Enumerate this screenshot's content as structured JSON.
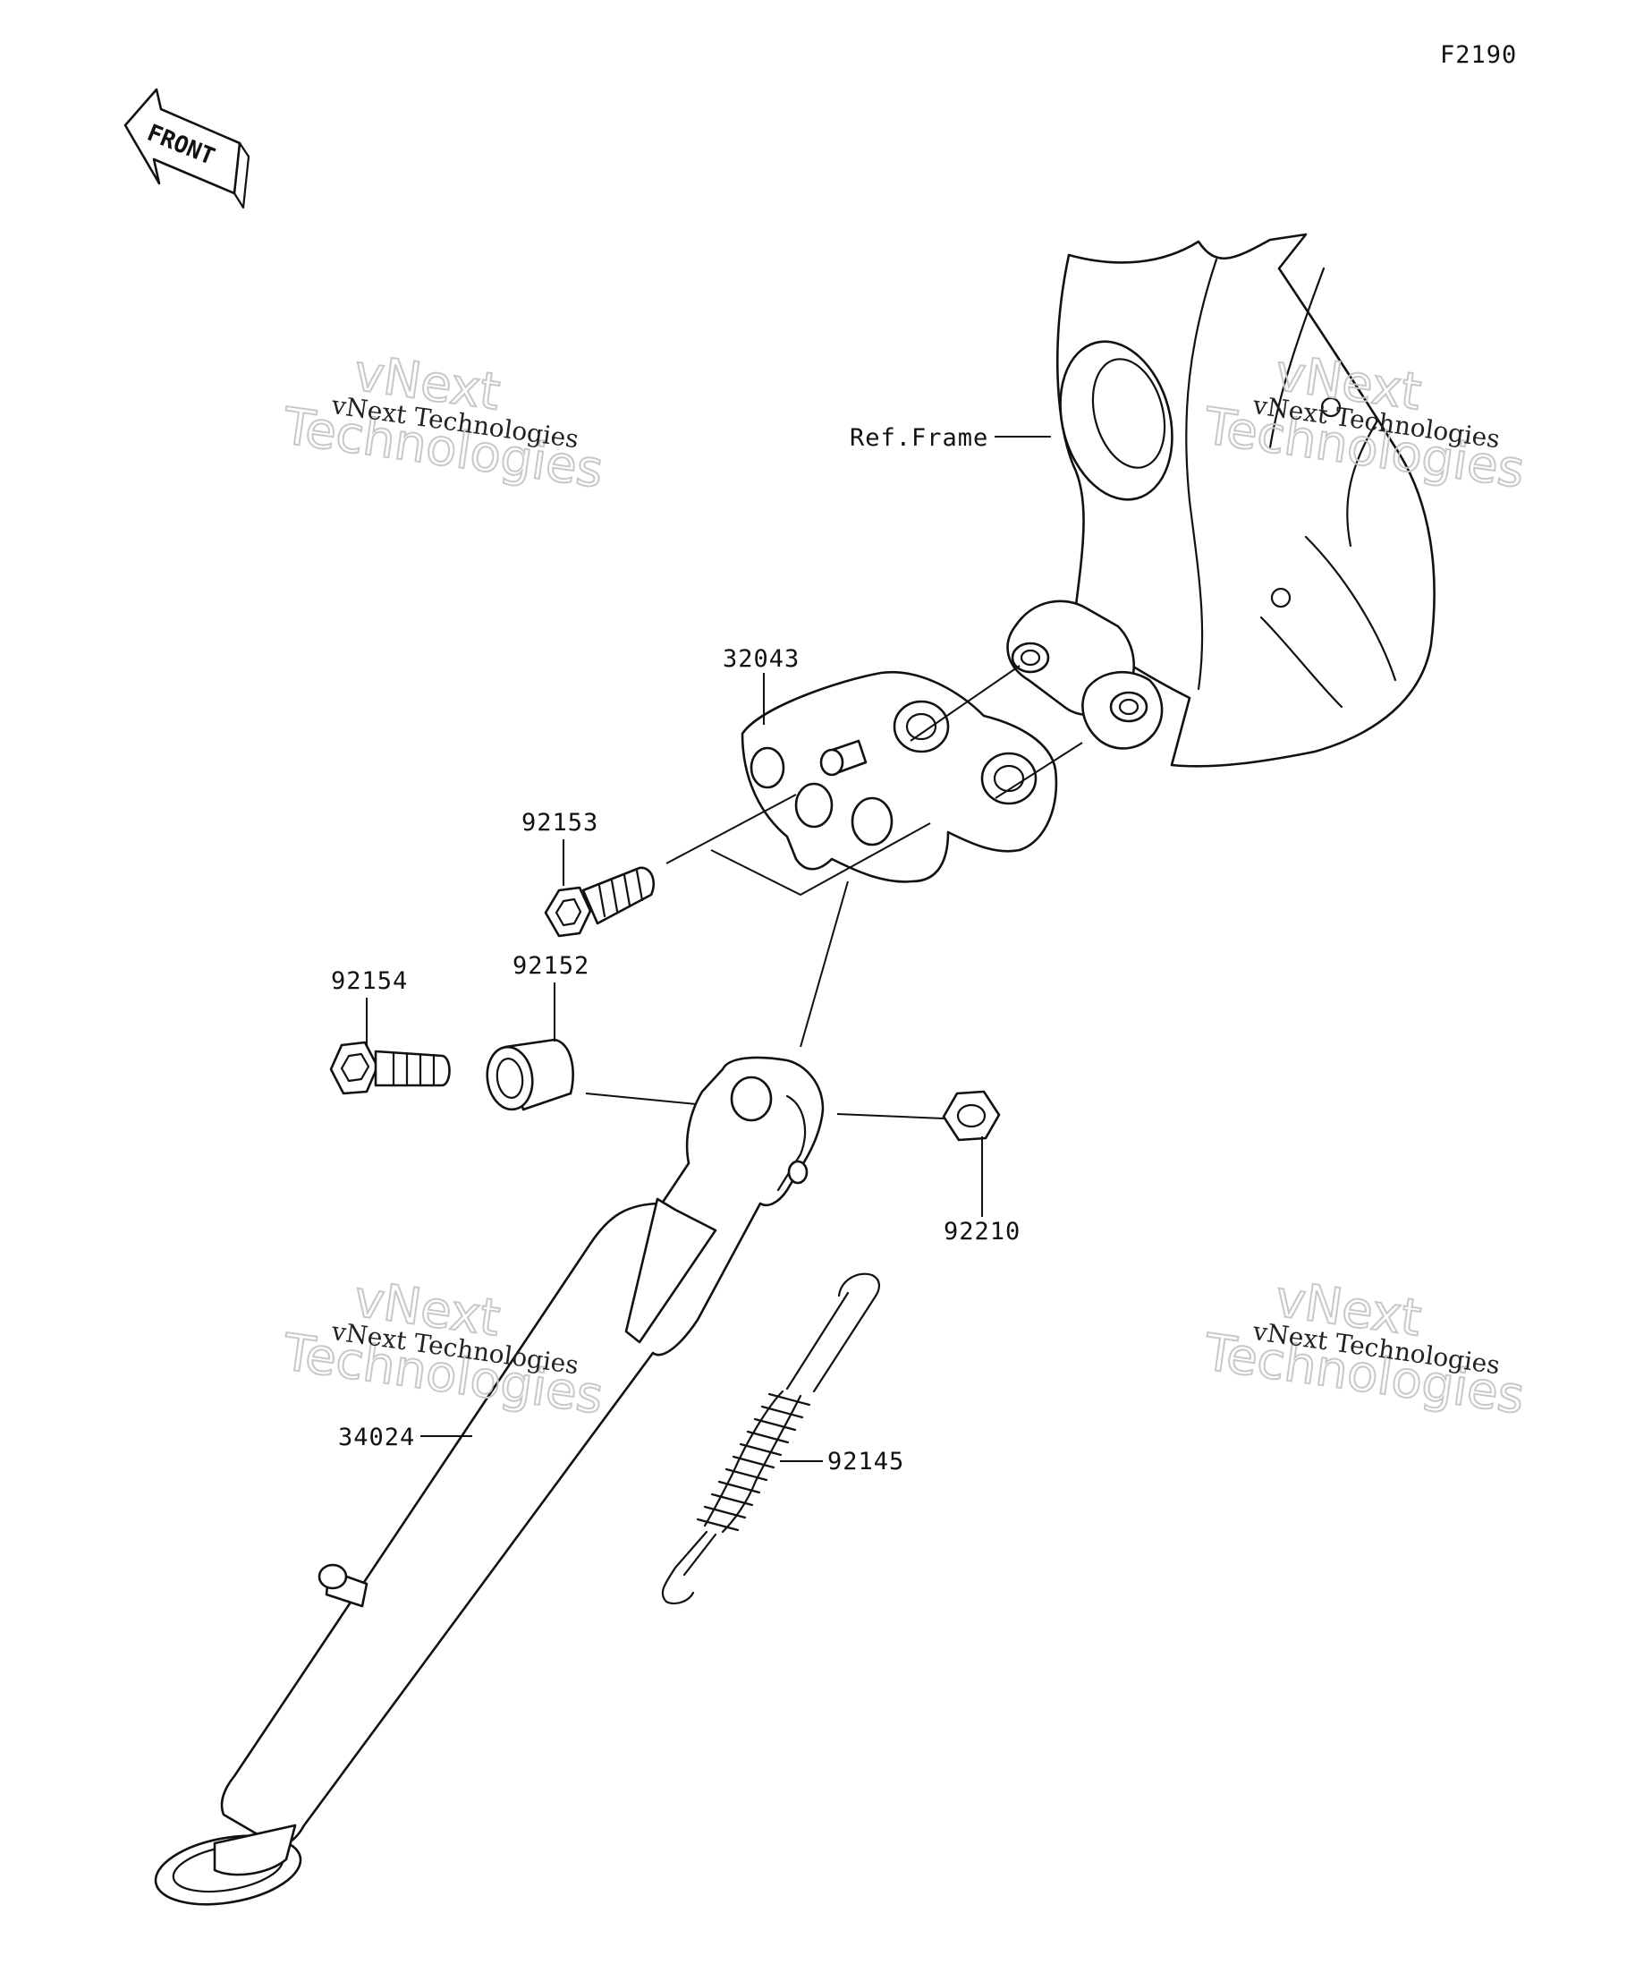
{
  "figure_code": "F2190",
  "front_arrow_label": "FRONT",
  "ref_frame_label": "Ref.Frame",
  "parts": [
    {
      "id": "32043"
    },
    {
      "id": "92153"
    },
    {
      "id": "92154"
    },
    {
      "id": "92152"
    },
    {
      "id": "92210"
    },
    {
      "id": "34024"
    },
    {
      "id": "92145"
    }
  ],
  "watermark": {
    "line1": "vNext",
    "line2": "Technologies",
    "caption": "vNext Technologies"
  }
}
